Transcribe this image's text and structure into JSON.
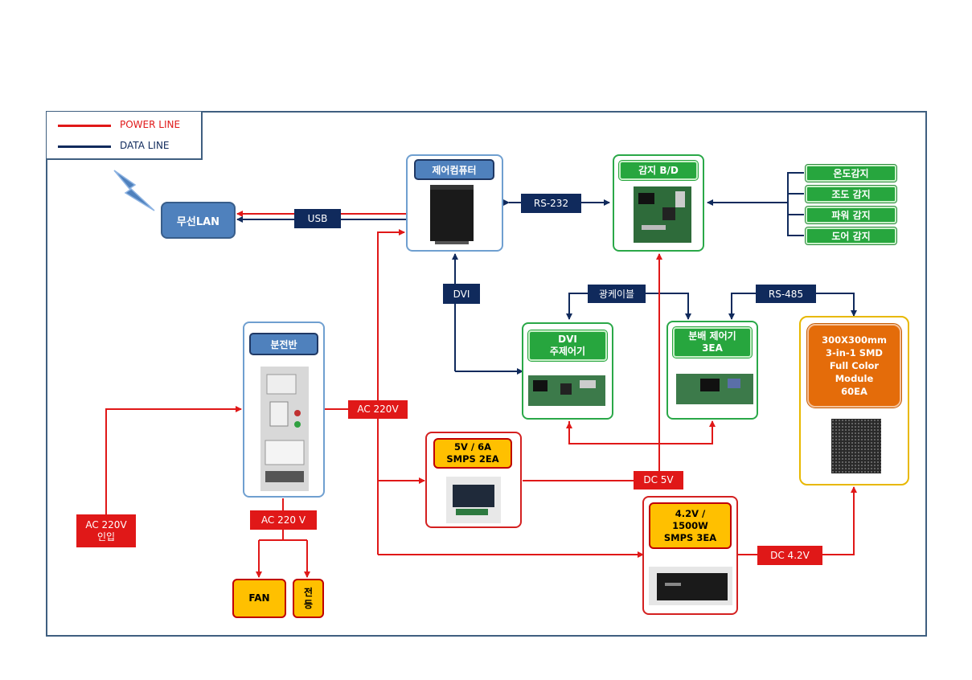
{
  "legend": {
    "power_line": "POWER LINE",
    "data_line": "DATA LINE"
  },
  "colors": {
    "power": "#e01818",
    "data": "#102a5c",
    "frame": "#3f5f80",
    "green": "#27a63e",
    "blue": "#4f81bd",
    "yellow": "#ffc000",
    "orange": "#e46c0a"
  },
  "icons": {
    "wireless": "lightning-bolt-icon"
  },
  "nodes": {
    "wireless_lan": "무선LAN",
    "control_pc": "제어컴퓨터",
    "sense_board": "감지 B/D",
    "sensors": [
      "온도감지",
      "조도 감지",
      "파워 감지",
      "도어 감지"
    ],
    "distribution_panel": "분전반",
    "dvi_main_line1": "DVI",
    "dvi_main_line2": "주제어기",
    "dist_ctrl_line1": "분배 제어기",
    "dist_ctrl_line2": "3EA",
    "module_lines": [
      "300X300mm",
      "3-in-1 SMD",
      "Full Color",
      "Module",
      "60EA"
    ],
    "smps5_line1": "5V / 6A",
    "smps5_line2": "SMPS 2EA",
    "smps42_lines": [
      "4.2V /",
      "1500W",
      "SMPS 3EA"
    ],
    "fan": "FAN",
    "lamp_line1": "전",
    "lamp_line2": "등"
  },
  "labels": {
    "usb": "USB",
    "rs232": "RS-232",
    "dvi": "DVI",
    "optical_cable": "광케이블",
    "rs485": "RS-485",
    "ac220_feed": "AC 220V",
    "ac220_in_line1": "AC 220V",
    "ac220_in_line2": "인입",
    "ac220_panel": "AC 220 V",
    "dc5": "DC 5V",
    "dc42": "DC 4.2V"
  }
}
